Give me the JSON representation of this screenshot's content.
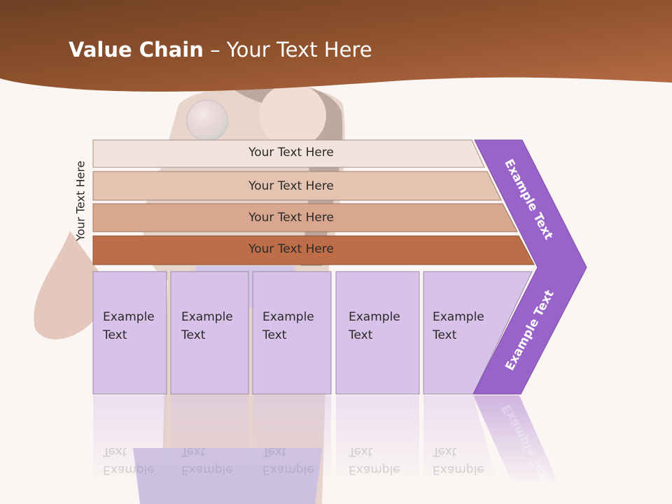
{
  "title": {
    "bold": "Value Chain",
    "rest": " – Your Text Here"
  },
  "side_label": "Your Text Here",
  "bars": [
    {
      "label": "Your Text Here",
      "color": "#f2e3dc"
    },
    {
      "label": "Your Text Here",
      "color": "#e5c3b1"
    },
    {
      "label": "Your Text Here",
      "color": "#d9a790"
    },
    {
      "label": "Your Text Here",
      "color": "#bd6e49"
    }
  ],
  "boxes": [
    {
      "label": "Example Text"
    },
    {
      "label": "Example Text"
    },
    {
      "label": "Example Text"
    },
    {
      "label": "Example Text"
    },
    {
      "label": "Example Text"
    }
  ],
  "chevron": {
    "upper_label": "Example Text",
    "lower_label": "Example Text",
    "color": "#9a63c9"
  },
  "colors": {
    "header": "#a0603e",
    "box_fill": "#d9c2ea",
    "box_stroke": "#9a8ca5"
  }
}
